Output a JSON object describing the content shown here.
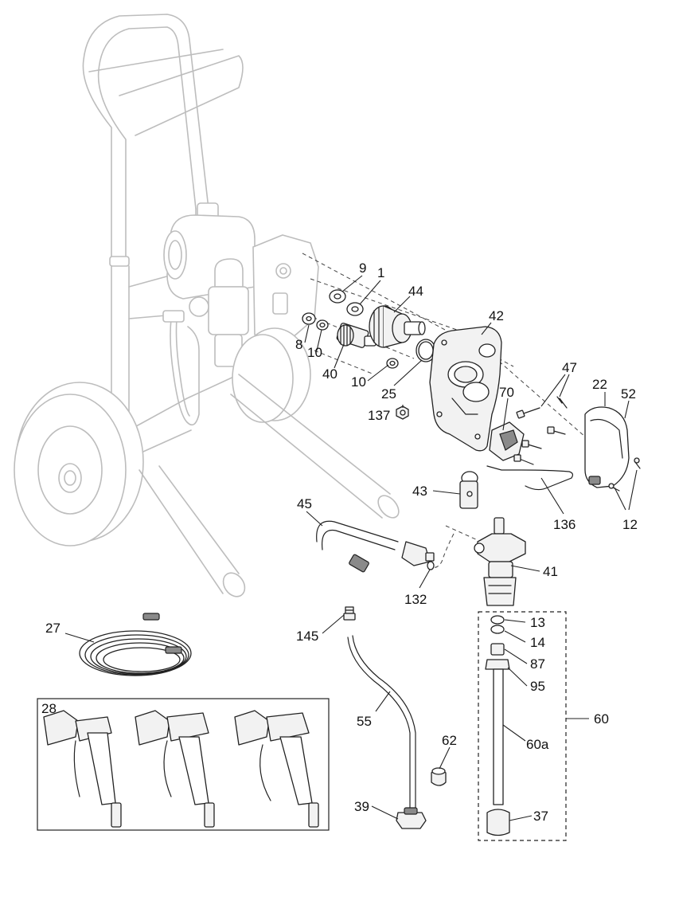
{
  "callouts": {
    "c9": "9",
    "c1": "1",
    "c44": "44",
    "c42": "42",
    "c8": "8",
    "c10a": "10",
    "c40": "40",
    "c10b": "10",
    "c25": "25",
    "c47": "47",
    "c22": "22",
    "c52": "52",
    "c70": "70",
    "c137": "137",
    "c43": "43",
    "c136": "136",
    "c12": "12",
    "c45": "45",
    "c41": "41",
    "c132": "132",
    "c27": "27",
    "c145": "145",
    "c13": "13",
    "c14": "14",
    "c87": "87",
    "c95": "95",
    "c60": "60",
    "c55": "55",
    "c60a": "60a",
    "c62": "62",
    "c39": "39",
    "c37": "37",
    "c28": "28"
  },
  "colors": {
    "ink": "#222222",
    "ghost": "#bdbdbd",
    "fill": "#f2f2f2"
  }
}
